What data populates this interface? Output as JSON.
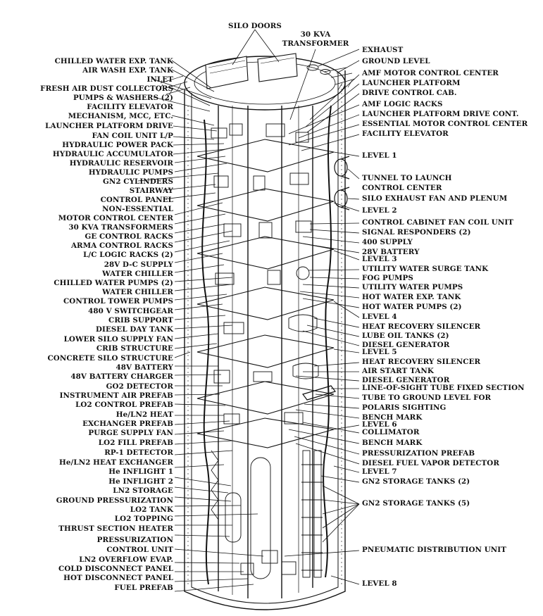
{
  "top_labels": [
    {
      "id": "silo-doors",
      "text": "SILO DOORS"
    },
    {
      "id": "kva-30",
      "text": "30 KVA"
    },
    {
      "id": "transformer",
      "text": "TRANSFORMER"
    }
  ],
  "left_labels": [
    "CHILLED WATER EXP. TANK",
    "AIR WASH EXP. TANK",
    "INLET",
    "FRESH AIR DUST COLLECTORS",
    "PUMPS & WASHERS (2)",
    "FACILITY ELEVATOR",
    "MECHANISM, MCC, ETC.",
    "LAUNCHER PLATFORM DRIVE",
    "FAN COIL UNIT L/P",
    "HYDRAULIC POWER PACK",
    "HYDRAULIC ACCUMULATOR",
    "HYDRAULIC RESERVOIR",
    "HYDRAULIC PUMPS",
    "GN2 CYLINDERS",
    "STAIRWAY",
    "CONTROL PANEL",
    "NON-ESSENTIAL",
    "MOTOR CONTROL CENTER",
    "30 KVA TRANSFORMERS",
    "GE CONTROL RACKS",
    "ARMA CONTROL RACKS",
    "L/C LOGIC RACKS (2)",
    "28V D-C SUPPLY",
    "WATER CHILLER",
    "CHILLED WATER PUMPS (2)",
    "WATER CHILLER",
    "CONTROL TOWER PUMPS",
    "480 V SWITCHGEAR",
    "CRIB SUPPORT",
    "DIESEL DAY TANK",
    "LOWER SILO SUPPLY FAN",
    "CRIB STRUCTURE",
    "CONCRETE SILO STRUCTURE",
    "48V BATTERY",
    "48V BATTERY CHARGER",
    "GO2 DETECTOR",
    "INSTRUMENT AIR PREFAB",
    "LO2 CONTROL PREFAB",
    "He/LN2 HEAT",
    "EXCHANGER PREFAB",
    "PURGE SUPPLY FAN",
    "LO2 FILL PREFAB",
    "RP-1 DETECTOR",
    "He/LN2 HEAT EXCHANGER",
    "He INFLIGHT 1",
    "He INFLIGHT 2",
    "LN2 STORAGE",
    "GROUND PRESSURIZATION",
    "LO2 TANK",
    "LO2 TOPPING",
    "THRUST SECTION HEATER",
    "PRESSURIZATION",
    "CONTROL UNIT",
    "LN2 OVERFLOW EVAP.",
    "COLD DISCONNECT PANEL",
    "HOT DISCONNECT PANEL",
    "FUEL PREFAB"
  ],
  "right_labels": [
    "EXHAUST",
    "GROUND LEVEL",
    "AMF MOTOR CONTROL CENTER",
    "LAUNCHER PLATFORM",
    "DRIVE CONTROL CAB.",
    "AMF LOGIC RACKS",
    "LAUNCHER PLATFORM DRIVE CONT.",
    "ESSENTIAL MOTOR CONTROL CENTER",
    "FACILITY ELEVATOR",
    "LEVEL 1",
    "TUNNEL TO LAUNCH",
    "CONTROL CENTER",
    "SILO EXHAUST FAN AND PLENUM",
    "LEVEL 2",
    "CONTROL CABINET FAN COIL UNIT",
    "SIGNAL RESPONDERS (2)",
    "400 SUPPLY",
    "28V BATTERY",
    "LEVEL 3",
    "UTILITY WATER SURGE TANK",
    "FOG PUMPS",
    "UTILITY WATER PUMPS",
    "HOT WATER EXP. TANK",
    "HOT WATER PUMPS (2)",
    "LEVEL 4",
    "HEAT RECOVERY SILENCER",
    "LUBE OIL TANKS (2)",
    "DIESEL GENERATOR",
    "LEVEL 5",
    "HEAT RECOVERY SILENCER",
    "AIR START TANK",
    "DIESEL GENERATOR",
    "LINE-OF-SIGHT TUBE FIXED SECTION",
    "TUBE TO GROUND LEVEL FOR",
    "POLARIS SIGHTING",
    "BENCH MARK",
    "LEVEL 6",
    "COLLIMATOR",
    "BENCH MARK",
    "PRESSURIZATION PREFAB",
    "DIESEL FUEL VAPOR DETECTOR",
    "LEVEL 7",
    "GN2 STORAGE TANKS (2)",
    "GN2 STORAGE TANKS (5)",
    "PNEUMATIC DISTRIBUTION UNIT",
    "LEVEL 8"
  ]
}
